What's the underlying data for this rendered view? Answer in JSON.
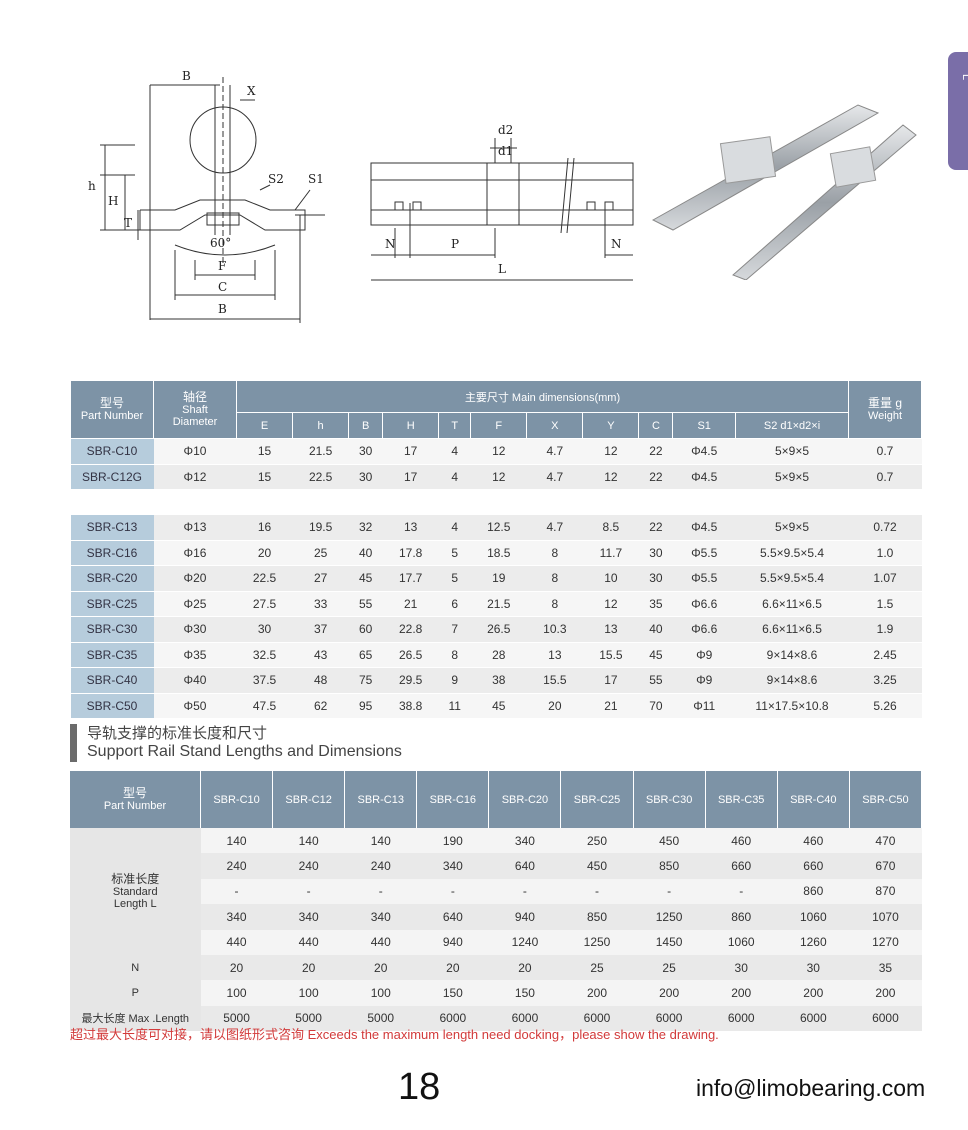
{
  "side_tab": "L",
  "table1": {
    "h_part_cn": "型号",
    "h_part_en": "Part Number",
    "h_shaft_cn": "轴径",
    "h_shaft_en1": "Shaft",
    "h_shaft_en2": "Diameter",
    "h_main": "主要尺寸  Main dimensions(mm)",
    "h_weight_cn": "重量 g",
    "h_weight_en": "Weight",
    "cols": [
      "E",
      "h",
      "B",
      "H",
      "T",
      "F",
      "X",
      "Y",
      "C",
      "S1",
      "S2  d1×d2×i"
    ],
    "rows": [
      [
        "SBR-C10",
        "Φ10",
        "15",
        "21.5",
        "30",
        "17",
        "4",
        "12",
        "4.7",
        "12",
        "22",
        "Φ4.5",
        "5×9×5",
        "0.7"
      ],
      [
        "SBR-C12G",
        "Φ12",
        "15",
        "22.5",
        "30",
        "17",
        "4",
        "12",
        "4.7",
        "12",
        "22",
        "Φ4.5",
        "5×9×5",
        "0.7"
      ],
      [
        "SBR-C13",
        "Φ13",
        "16",
        "19.5",
        "32",
        "13",
        "4",
        "12.5",
        "4.7",
        "8.5",
        "22",
        "Φ4.5",
        "5×9×5",
        "0.72"
      ],
      [
        "SBR-C16",
        "Φ16",
        "20",
        "25",
        "40",
        "17.8",
        "5",
        "18.5",
        "8",
        "11.7",
        "30",
        "Φ5.5",
        "5.5×9.5×5.4",
        "1.0"
      ],
      [
        "SBR-C20",
        "Φ20",
        "22.5",
        "27",
        "45",
        "17.7",
        "5",
        "19",
        "8",
        "10",
        "30",
        "Φ5.5",
        "5.5×9.5×5.4",
        "1.07"
      ],
      [
        "SBR-C25",
        "Φ25",
        "27.5",
        "33",
        "55",
        "21",
        "6",
        "21.5",
        "8",
        "12",
        "35",
        "Φ6.6",
        "6.6×11×6.5",
        "1.5"
      ],
      [
        "SBR-C30",
        "Φ30",
        "30",
        "37",
        "60",
        "22.8",
        "7",
        "26.5",
        "10.3",
        "13",
        "40",
        "Φ6.6",
        "6.6×11×6.5",
        "1.9"
      ],
      [
        "SBR-C35",
        "Φ35",
        "32.5",
        "43",
        "65",
        "26.5",
        "8",
        "28",
        "13",
        "15.5",
        "45",
        "Φ9",
        "9×14×8.6",
        "2.45"
      ],
      [
        "SBR-C40",
        "Φ40",
        "37.5",
        "48",
        "75",
        "29.5",
        "9",
        "38",
        "15.5",
        "17",
        "55",
        "Φ9",
        "9×14×8.6",
        "3.25"
      ],
      [
        "SBR-C50",
        "Φ50",
        "47.5",
        "62",
        "95",
        "38.8",
        "11",
        "45",
        "20",
        "21",
        "70",
        "Φ11",
        "11×17.5×10.8",
        "5.26"
      ]
    ]
  },
  "section": {
    "title_cn": "导轨支撑的标准长度和尺寸",
    "title_en": "Support Rail Stand Lengths and Dimensions"
  },
  "table2": {
    "h_part_cn": "型号",
    "h_part_en": "Part Number",
    "models": [
      "SBR-C10",
      "SBR-C12",
      "SBR-C13",
      "SBR-C16",
      "SBR-C20",
      "SBR-C25",
      "SBR-C30",
      "SBR-C35",
      "SBR-C40",
      "SBR-C50"
    ],
    "std_label_cn": "标准长度",
    "std_label_en1": "Standard",
    "std_label_en2": "Length L",
    "std_rows": [
      [
        "140",
        "140",
        "140",
        "190",
        "340",
        "250",
        "450",
        "460",
        "460",
        "470"
      ],
      [
        "240",
        "240",
        "240",
        "340",
        "640",
        "450",
        "850",
        "660",
        "660",
        "670"
      ],
      [
        "-",
        "-",
        "-",
        "-",
        "-",
        "-",
        "-",
        "-",
        "860",
        "870"
      ],
      [
        "340",
        "340",
        "340",
        "640",
        "940",
        "850",
        "1250",
        "860",
        "1060",
        "1070"
      ],
      [
        "440",
        "440",
        "440",
        "940",
        "1240",
        "1250",
        "1450",
        "1060",
        "1260",
        "1270"
      ]
    ],
    "n_label": "N",
    "n_row": [
      "20",
      "20",
      "20",
      "20",
      "20",
      "25",
      "25",
      "30",
      "30",
      "35"
    ],
    "p_label": "P",
    "p_row": [
      "100",
      "100",
      "100",
      "150",
      "150",
      "200",
      "200",
      "200",
      "200",
      "200"
    ],
    "max_label": "最大长度 Max .Length",
    "max_row": [
      "5000",
      "5000",
      "5000",
      "6000",
      "6000",
      "6000",
      "6000",
      "6000",
      "6000",
      "6000"
    ]
  },
  "note": "超过最大长度可对接，请以图纸形式咨询    Exceeds the maximum length need docking，please show the drawing.",
  "page_number": "18",
  "email": "info@limobearing.com",
  "drawing_labels": {
    "B": "B",
    "X": "X",
    "h": "h",
    "H": "H",
    "T": "T",
    "S2": "S2",
    "S1": "S1",
    "angle": "60°",
    "F": "F",
    "C": "C",
    "d2": "d2",
    "d1": "d1",
    "N": "N",
    "P": "P",
    "L": "L"
  }
}
